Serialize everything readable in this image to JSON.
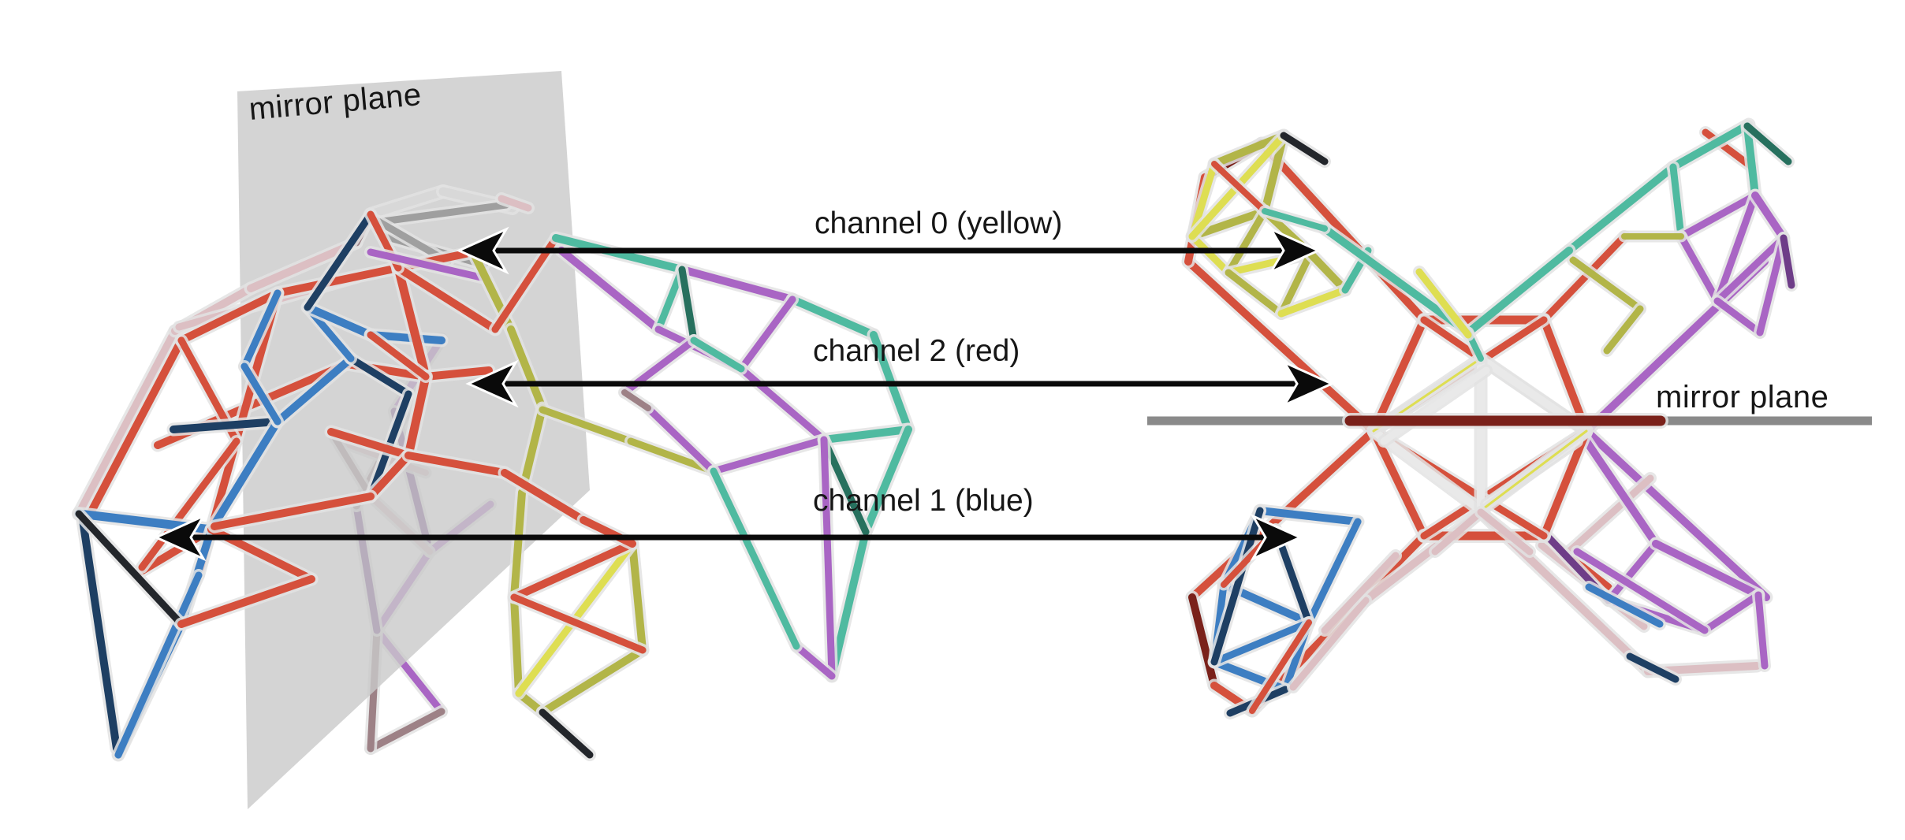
{
  "figure": {
    "title": "mirror-symmetric truss structure with colored channels",
    "background": "#ffffff",
    "left_view": {
      "description": "perspective view of dome-like truss crossed by a vertical mirror plane",
      "mirror_plane_label": "mirror plane"
    },
    "right_view": {
      "description": "X-shaped view of the same truss seen along the mirror plane",
      "mirror_plane_label": "mirror plane"
    },
    "channels": [
      {
        "id": 0,
        "label": "channel 0 (yellow)",
        "color_name": "yellow",
        "color": "#dede52"
      },
      {
        "id": 2,
        "label": "channel 2 (red)",
        "color_name": "red",
        "color": "#d5503c"
      },
      {
        "id": 1,
        "label": "channel 1 (blue)",
        "color_name": "blue",
        "color": "#3d7ec2"
      }
    ],
    "palette": {
      "red": "#d5503c",
      "maroon": "#7a211a",
      "blue": "#3d7ec2",
      "navy": "#1e3f63",
      "olive": "#b2b548",
      "yellow": "#dede52",
      "purple": "#a965c4",
      "dpurple": "#6e3d88",
      "teal": "#4fbaa0",
      "dteal": "#27705e",
      "pink": "#dcbfc3",
      "mauve": "#9d8186",
      "silver": "#d8d8d8",
      "gray": "#9f9f9f",
      "white": "#e9e9e9",
      "dark": "#23262b",
      "plane": "#c9c9c9",
      "mirror_line": "#8a8a8a",
      "arrow": "#0a0a0a",
      "text": "#161616"
    }
  }
}
